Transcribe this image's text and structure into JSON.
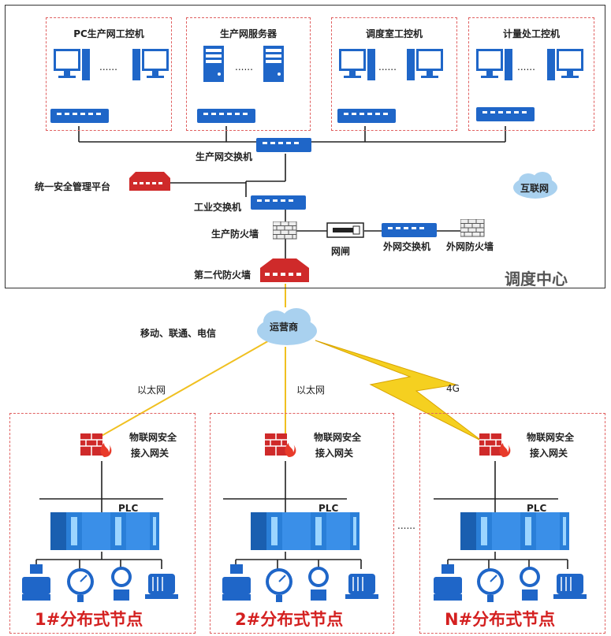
{
  "center": {
    "title": "调度中心",
    "groups": [
      "PC生产网工控机",
      "生产网服务器",
      "调度室工控机",
      "计量处工控机"
    ],
    "dots": "......",
    "production_switch": "生产网交换机",
    "security_platform": "统一安全管理平台",
    "industrial_switch": "工业交换机",
    "production_firewall": "生产防火墙",
    "gatekeeper": "网闸",
    "external_switch": "外网交换机",
    "external_firewall": "外网防火墙",
    "internet": "互联网",
    "second_gen_firewall": "第二代防火墙"
  },
  "carrier": {
    "name": "运营商",
    "providers": "移动、联通、电信"
  },
  "links": [
    "以太网",
    "以太网",
    "4G"
  ],
  "nodes": [
    {
      "gateway_line1": "物联网安全",
      "gateway_line2": "接入网关",
      "plc": "PLC",
      "title": "1#分布式节点"
    },
    {
      "gateway_line1": "物联网安全",
      "gateway_line2": "接入网关",
      "plc": "PLC",
      "title": "2#分布式节点"
    },
    {
      "gateway_line1": "物联网安全",
      "gateway_line2": "接入网关",
      "plc": "PLC",
      "title": "N#分布式节点"
    }
  ],
  "node_dots": "......",
  "colors": {
    "blue": "#1f66c8",
    "red": "#cf2a2a",
    "dash": "#e06060",
    "yellow": "#f0c020"
  }
}
